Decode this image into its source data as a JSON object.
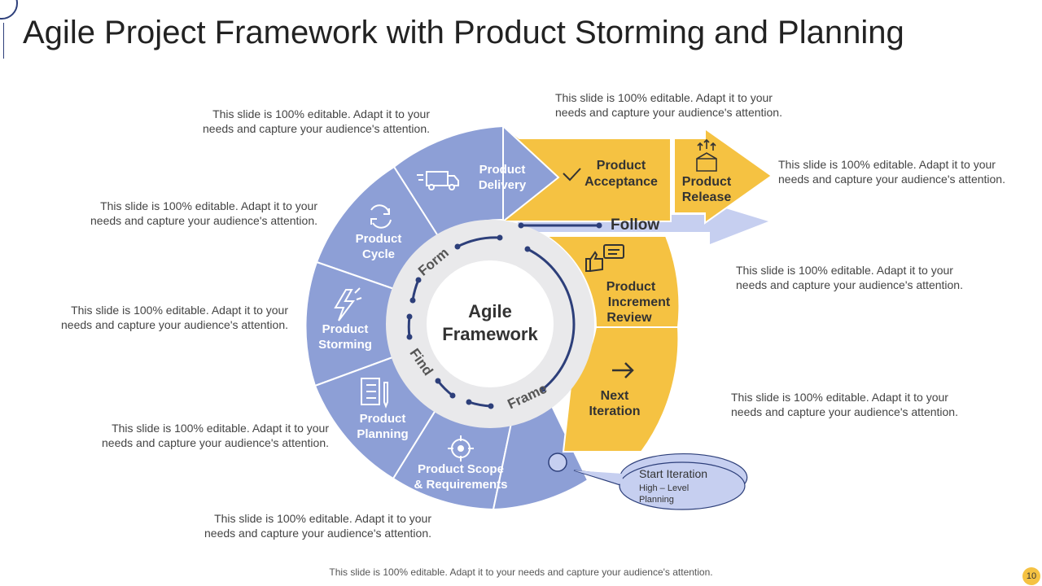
{
  "title": "Agile Project Framework with Product Storming and Planning",
  "colors": {
    "blue": "#8d9fd6",
    "blue_light": "#c6cff0",
    "yellow": "#f5c242",
    "navy": "#2d3f7a"
  },
  "notes": {
    "n1": "This slide is 100% editable. Adapt it to your needs and capture your audience's attention.",
    "n2": "This slide is 100% editable. Adapt it to your needs and capture your audience's attention.",
    "n3": "This slide is 100% editable. Adapt it to your needs and capture your audience's attention.",
    "n4": "This slide is 100% editable. Adapt it to your needs and capture your audience's attention.",
    "n5": "This slide is 100% editable. Adapt it to your needs and capture your audience's attention.",
    "n6": "This slide is 100% editable. Adapt it to your needs and capture your audience's attention.",
    "n7": "This slide is 100% editable. Adapt it to your needs and capture your audience's attention.",
    "n8": "This slide is 100% editable. Adapt it to your needs and capture your audience's attention.",
    "n9": "This slide is 100% editable. Adapt it to your needs and capture your audience's attention."
  },
  "diagram": {
    "center_line1": "Agile",
    "center_line2": "Framework",
    "ring_labels": {
      "form": "Form",
      "find": "Find",
      "frame": "Frame"
    },
    "follow": "Follow",
    "segments": {
      "delivery": {
        "l1": "Product",
        "l2": "Delivery",
        "icon": "truck-icon"
      },
      "cycle": {
        "l1": "Product",
        "l2": "Cycle",
        "icon": "refresh-icon"
      },
      "storming": {
        "l1": "Product",
        "l2": "Storming",
        "icon": "lightning-icon"
      },
      "planning": {
        "l1": "Product",
        "l2": "Planning",
        "icon": "checklist-icon"
      },
      "scope": {
        "l1": "Product Scope",
        "l2": "& Requirements",
        "icon": "target-icon"
      },
      "acceptance": {
        "l1": "Product",
        "l2": "Acceptance",
        "icon": "checkmark-icon"
      },
      "release": {
        "l1": "Product",
        "l2": "Release",
        "icon": "box-icon"
      },
      "review": {
        "l1": "Product",
        "l2": "Increment",
        "l3": "Review",
        "icon": "thumbs-up-icon"
      },
      "next": {
        "l1": "Next",
        "l2": "Iteration",
        "icon": "arrow-right-icon"
      }
    },
    "callout": {
      "title": "Start Iteration",
      "sub1": "High – Level",
      "sub2": "Planning"
    }
  },
  "footer": "This slide is 100% editable. Adapt it to your needs and capture your audience's attention.",
  "page_number": "10"
}
